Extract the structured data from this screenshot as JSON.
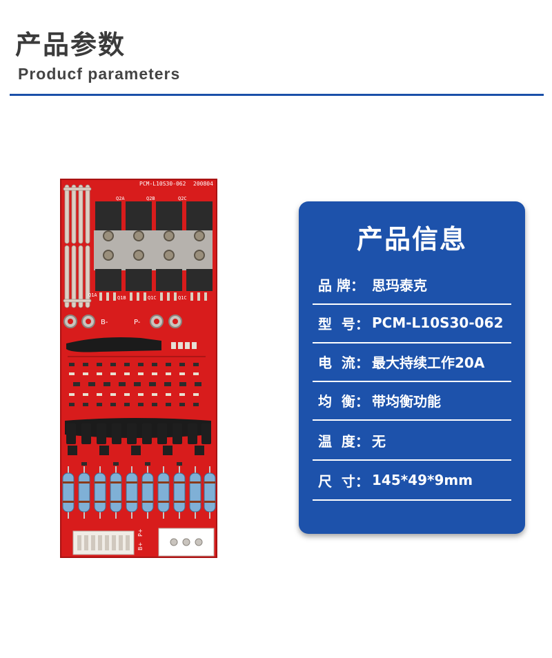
{
  "header": {
    "title_cn": "产品参数",
    "title_en": "Producf  parameters"
  },
  "board": {
    "silkscreen_model": "PCM-L10S30-062",
    "silkscreen_date": "200804",
    "mosfet_labels": [
      "Q2A",
      "Q2B",
      "Q2C"
    ],
    "mosfet_labels_bottom": [
      "Q1A",
      "Q1B",
      "Q1C",
      "Q1C"
    ],
    "pad_labels": [
      "B-",
      "P-"
    ],
    "connector_labels": [
      "B+",
      "P+"
    ],
    "colors": {
      "pcb": "#d81c1c",
      "mosfet": "#2a2a2a",
      "resistor": "#7fb0d6"
    }
  },
  "card": {
    "title": "产品信息",
    "rows": [
      {
        "label": "品 牌：",
        "value": "思玛泰克"
      },
      {
        "label": "型  号：",
        "value": "PCM-L10S30-062"
      },
      {
        "label": "电  流：",
        "value": "最大持续工作20A"
      },
      {
        "label": "均  衡：",
        "value": "带均衡功能"
      },
      {
        "label": "温  度：",
        "value": "无"
      },
      {
        "label": "尺  寸：",
        "value": "145*49*9mm"
      }
    ],
    "colors": {
      "background": "#1d52ab",
      "text": "#ffffff"
    }
  }
}
